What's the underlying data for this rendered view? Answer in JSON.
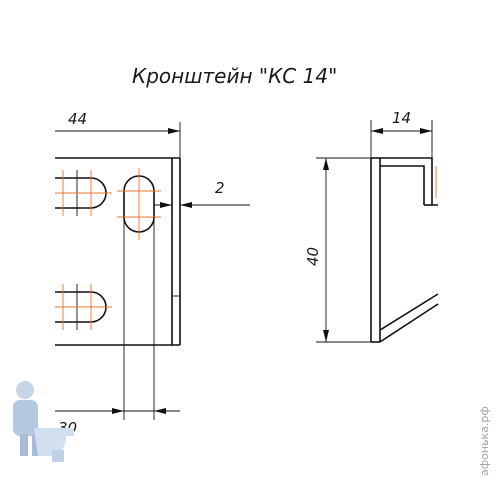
{
  "title": "Кронштейн \"КС 14\"",
  "dimensions": {
    "width_top": "44",
    "depth_top": "14",
    "gap": "2",
    "height": "40",
    "bottom_partial": "30"
  },
  "watermark": "афонька.рф",
  "colors": {
    "line": "#111111",
    "centerline": "#e8742c",
    "watermark": "#9aa6b4"
  },
  "icons": {
    "mascot": "plumber-mascot-icon"
  }
}
